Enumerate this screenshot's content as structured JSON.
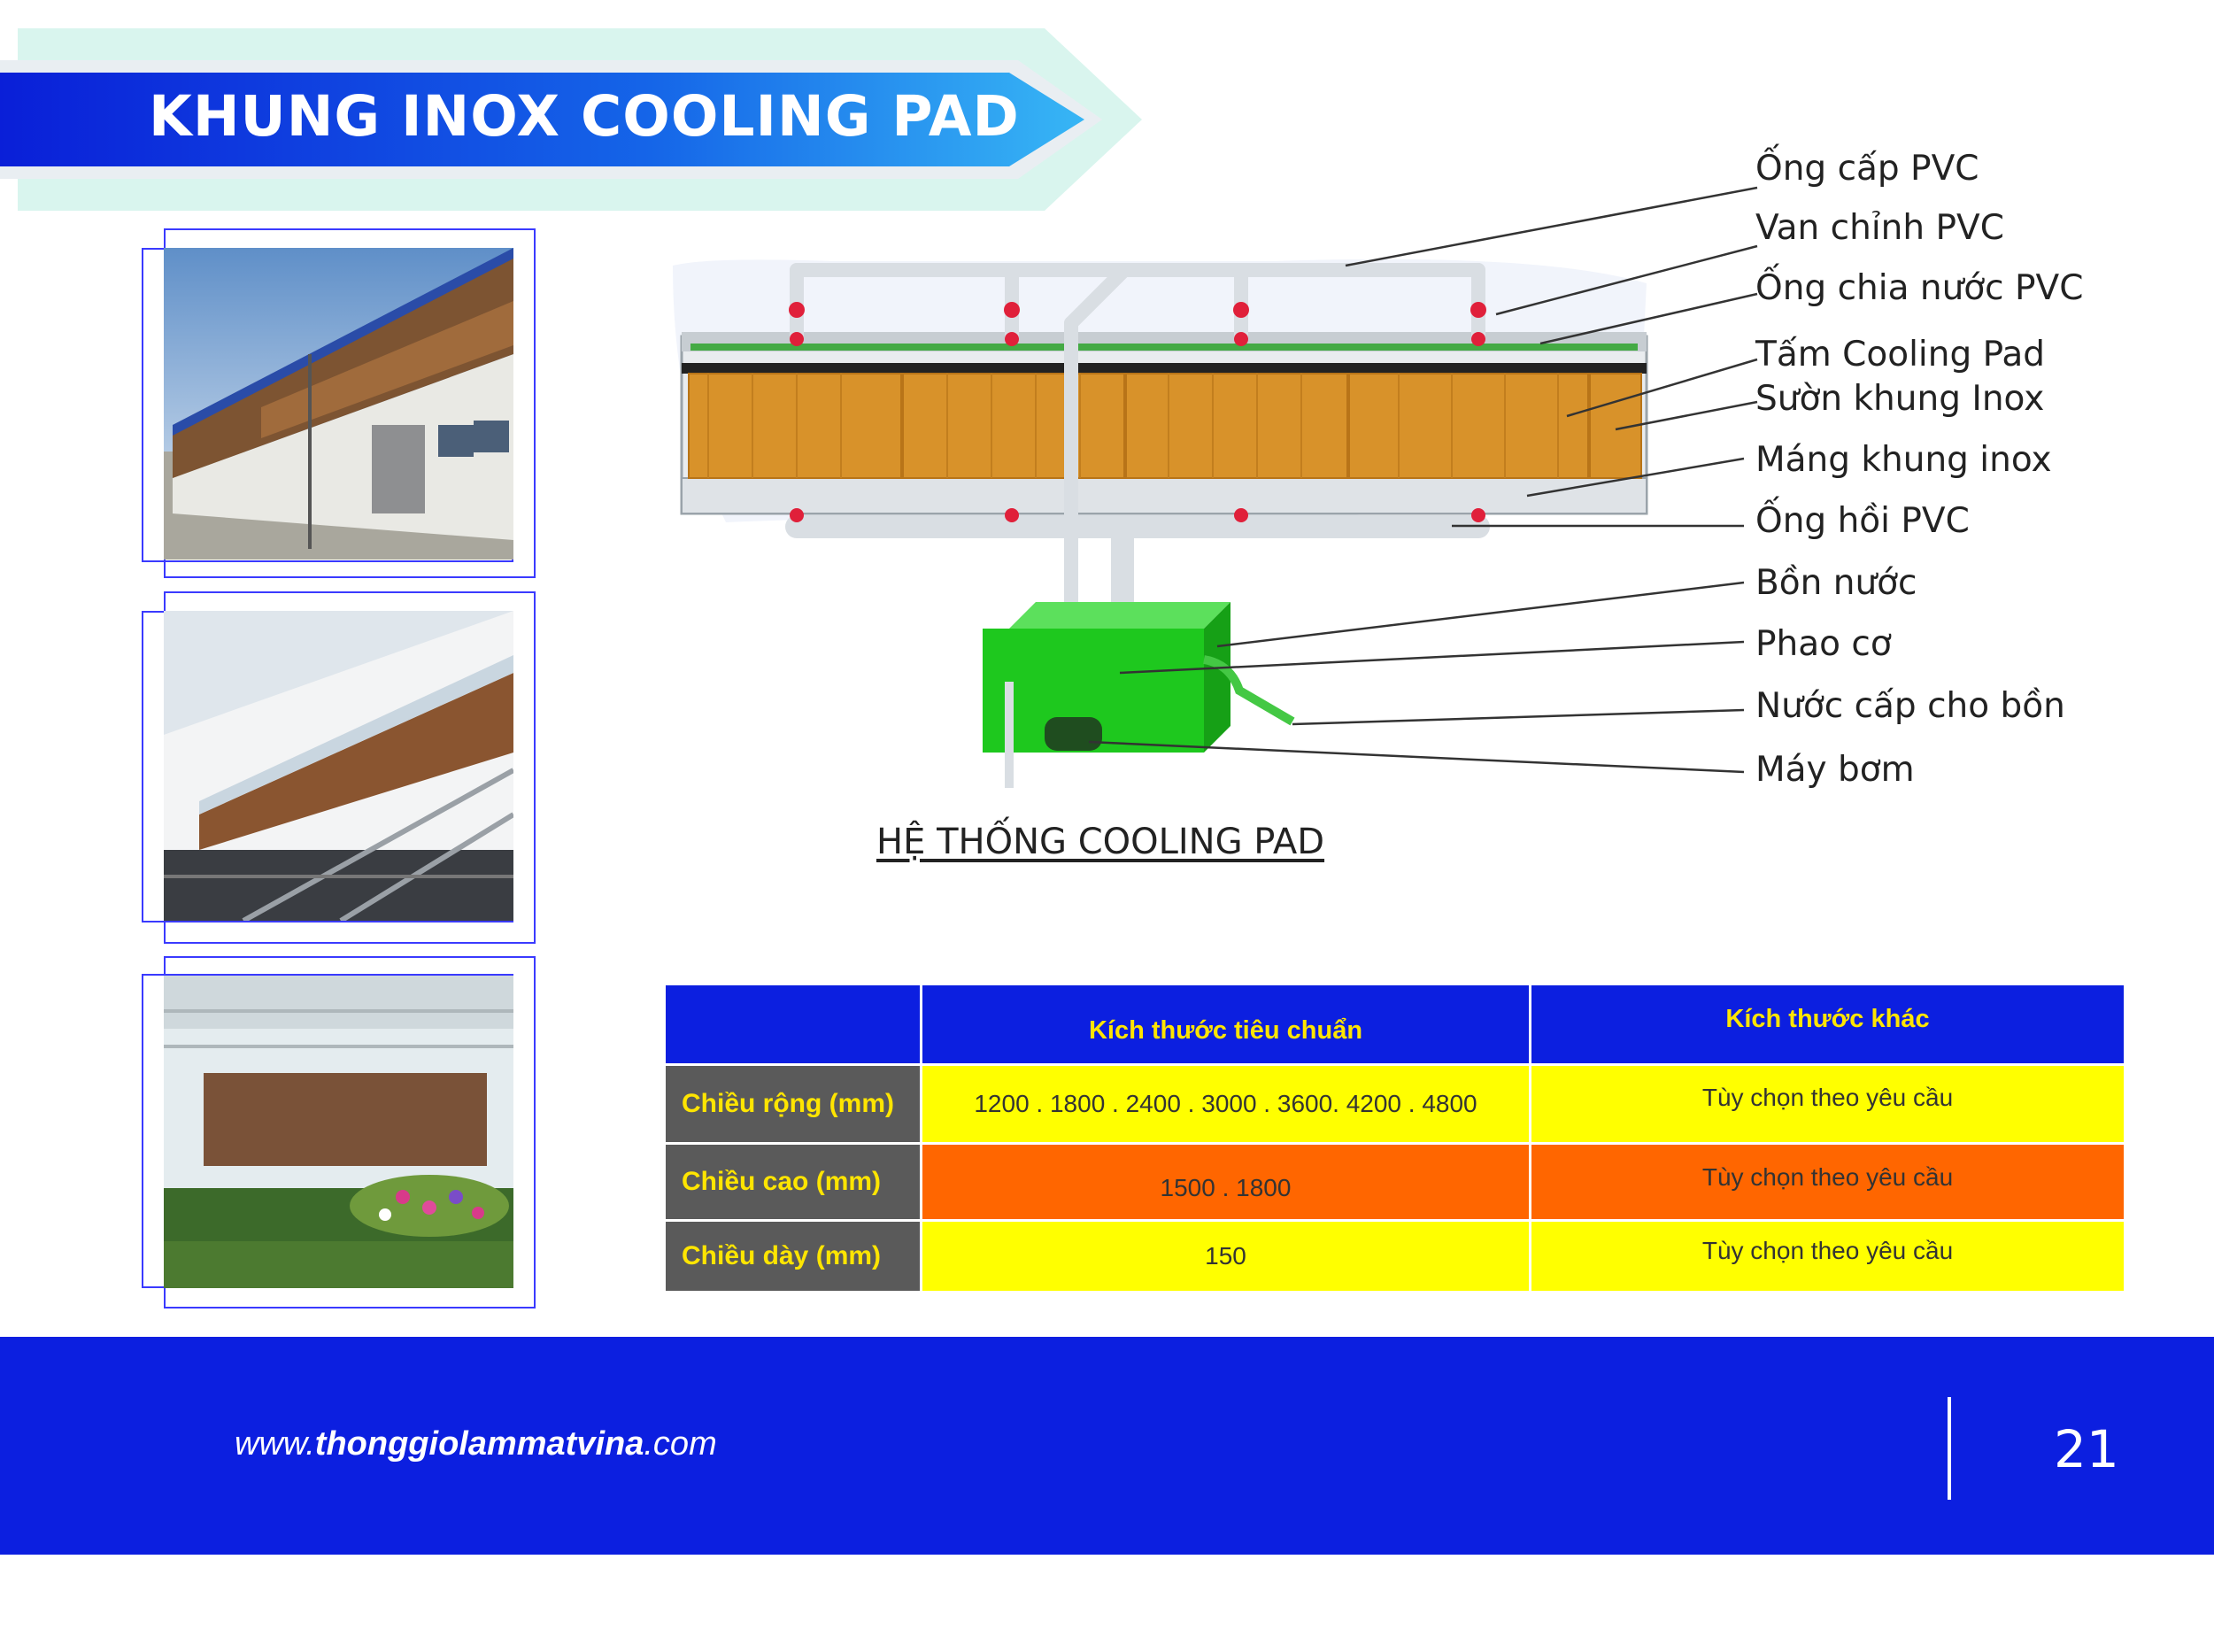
{
  "header": {
    "title": "KHUNG INOX COOLING PAD"
  },
  "diagram": {
    "caption": "HỆ THỐNG COOLING PAD",
    "callouts": [
      "Ống cấp PVC",
      "Van chỉnh PVC",
      "Ống chia nước PVC",
      "Tấm Cooling Pad",
      "Sườn khung Inox",
      "Máng khung inox",
      "Ống hồi PVC",
      "Bồn nước",
      "Phao cơ",
      "Nước cấp cho bồn",
      "Máy bơm"
    ]
  },
  "table": {
    "headers": [
      "",
      "Kích thước tiêu chuẩn",
      "Kích thước khác"
    ],
    "rows": [
      {
        "label": "Chiều rộng (mm)",
        "standard": "1200 . 1800 . 2400 . 3000 . 3600. 4200 . 4800",
        "other": "Tùy chọn theo yêu cầu"
      },
      {
        "label": "Chiều cao (mm)",
        "standard": "1500 . 1800",
        "other": "Tùy chọn theo yêu cầu"
      },
      {
        "label": "Chiều dày (mm)",
        "standard": "150",
        "other": "Tùy chọn theo yêu cầu"
      }
    ]
  },
  "footer": {
    "url_prefix": "www.",
    "url_domain": "thonggiolammatvina",
    "url_suffix": ".com",
    "page_number": "21"
  },
  "colors": {
    "brand_blue": "#0c1fe0",
    "highlight_yellow": "#ffff00",
    "highlight_orange": "#ff6600",
    "pad_orange": "#d8922a",
    "tank_green": "#1ec81e"
  }
}
